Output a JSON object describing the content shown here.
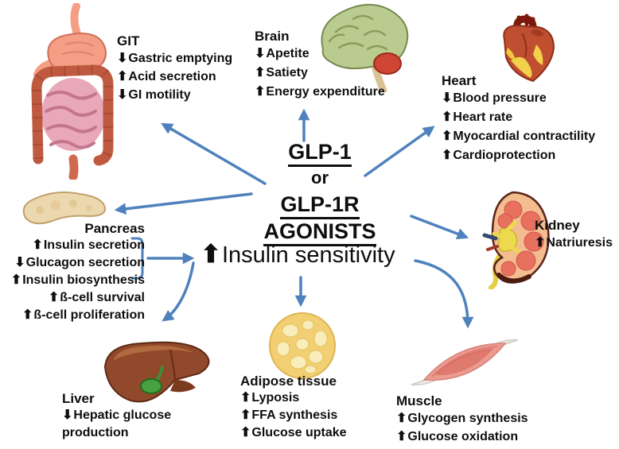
{
  "colors": {
    "arrow_blue": "#4f81bd",
    "text": "#0e0e0e"
  },
  "title": {
    "top": "GLP-1",
    "conjunction": "or",
    "bottom": "GLP-1R AGONISTS"
  },
  "central": {
    "glyph": "⬆",
    "label": "Insulin sensitivity"
  },
  "organs": {
    "git": {
      "label": "GIT",
      "items": [
        {
          "glyph": "⬇",
          "text": "Gastric emptying"
        },
        {
          "glyph": "⬆",
          "text": "Acid secretion"
        },
        {
          "glyph": "⬇",
          "text": "GI motility"
        }
      ]
    },
    "brain": {
      "label": "Brain",
      "items": [
        {
          "glyph": "⬇",
          "text": "Apetite"
        },
        {
          "glyph": "⬆",
          "text": "Satiety"
        },
        {
          "glyph": "⬆",
          "text": "Energy expenditure"
        }
      ]
    },
    "heart": {
      "label": "Heart",
      "items": [
        {
          "glyph": "⬇",
          "text": "Blood pressure"
        },
        {
          "glyph": "⬆",
          "text": "Heart rate"
        },
        {
          "glyph": "⬆",
          "text": "Myocardial contractility"
        },
        {
          "glyph": "⬆",
          "text": "Cardioprotection"
        }
      ]
    },
    "pancreas": {
      "label": "Pancreas",
      "items": [
        {
          "glyph": "⬆",
          "text": "Insulin secretion"
        },
        {
          "glyph": "⬇",
          "text": "Glucagon secretion"
        },
        {
          "glyph": "⬆",
          "text": "Insulin biosynthesis"
        },
        {
          "glyph": "⬆",
          "text": "ß-cell survival"
        },
        {
          "glyph": "⬆",
          "text": "ß-cell proliferation"
        }
      ]
    },
    "kidney": {
      "label": "Kidney",
      "items": [
        {
          "glyph": "⬆",
          "text": "Natriuresis"
        }
      ]
    },
    "liver": {
      "label": "Liver",
      "items": [
        {
          "glyph": "⬇",
          "text": "Hepatic glucose production"
        }
      ]
    },
    "adipose": {
      "label": "Adipose tissue",
      "items": [
        {
          "glyph": "⬆",
          "text": "Lyposis"
        },
        {
          "glyph": "⬆",
          "text": "FFA synthesis"
        },
        {
          "glyph": "⬆",
          "text": "Glucose uptake"
        }
      ]
    },
    "muscle": {
      "label": "Muscle",
      "items": [
        {
          "glyph": "⬆",
          "text": "Glycogen synthesis"
        },
        {
          "glyph": "⬆",
          "text": "Glucose oxidation"
        }
      ]
    }
  }
}
